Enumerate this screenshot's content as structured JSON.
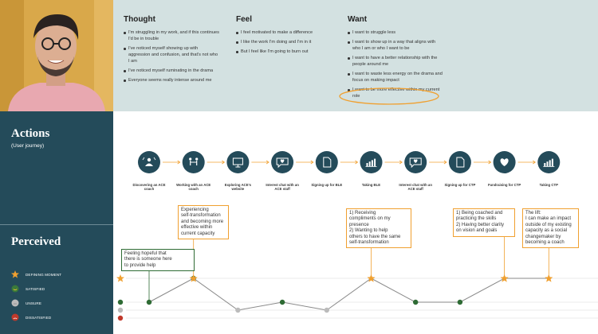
{
  "persona": {
    "columns": [
      {
        "title": "Thought",
        "items": [
          "I'm struggling in my work, and if this continues I'd be in trouble",
          "I've noticed myself showing up with aggression and confusion, and that's not who I am",
          "I've noticed myself ruminating in the drama",
          "Everyone seems really intense around me"
        ]
      },
      {
        "title": "Feel",
        "items": [
          "I feel motivated to make a difference",
          "I like the work I'm doing and I'm in it",
          "But I feel like I'm going to burn out"
        ]
      },
      {
        "title": "Want",
        "items": [
          "I want to struggle less",
          "I want to show up in a way that aligns with who I am or who I want to be",
          "I want to have a better relationship with the people around me",
          "I want to waste less energy on the drama and focus on making impact",
          "I want to be more effective within my current role"
        ]
      }
    ],
    "highlighted_item": "I want to be more effective within my current role",
    "highlight_color": "#f0a030"
  },
  "side": {
    "actions_title": "Actions",
    "actions_subtitle": "(User journey)",
    "perceived_title": "Perceived",
    "legend": [
      {
        "label": "DEFINING MOMENT",
        "icon": "star-icon",
        "color": "#f0a030"
      },
      {
        "label": "SATISFIED",
        "icon": "satisfied-icon",
        "color": "#3a7a3a"
      },
      {
        "label": "UNSURE",
        "icon": "unsure-icon",
        "color": "#bbbbbb"
      },
      {
        "label": "DISSATISFIED",
        "icon": "dissatisfied-icon",
        "color": "#c0392b"
      }
    ]
  },
  "journey": {
    "circle_color": "#244b5a",
    "arrow_color": "#f0a030",
    "steps": [
      {
        "label": "Discovering an ACE coach",
        "icon": "coach-icon",
        "perceived": "defining"
      },
      {
        "label": "Working with an ACE coach",
        "icon": "working-icon",
        "perceived": "defining"
      },
      {
        "label": "Exploring ACE's website",
        "icon": "monitor-icon",
        "perceived": "unsure"
      },
      {
        "label": "Interest chat with an ACE staff",
        "icon": "chat-icon",
        "perceived": "satisfied"
      },
      {
        "label": "Signing up for BLE",
        "icon": "document-icon",
        "perceived": "unsure"
      },
      {
        "label": "Taking BLE",
        "icon": "chart-icon",
        "perceived": "defining"
      },
      {
        "label": "Interest chat with an ACE staff",
        "icon": "chat-icon",
        "perceived": "satisfied"
      },
      {
        "label": "Signing up for CTP",
        "icon": "document-icon",
        "perceived": "satisfied"
      },
      {
        "label": "Fundraising for CTP",
        "icon": "heart-icon",
        "perceived": "defining"
      },
      {
        "label": "Taking CTP",
        "icon": "chart-icon",
        "perceived": "defining"
      }
    ]
  },
  "callouts": [
    {
      "step": 0,
      "color": "green",
      "lines": [
        "Feeling hopeful that",
        "there is someone here",
        "to provide help"
      ]
    },
    {
      "step": 1,
      "color": "orange",
      "lines": [
        "Experiencing",
        "self-transformation",
        "and becoming more",
        "effective within",
        "current capacity"
      ]
    },
    {
      "step": 5,
      "color": "orange",
      "lines": [
        "1) Receiving",
        "compliments on my",
        "presence",
        "2) Wanting to help",
        "others to have the same",
        "self-transformation"
      ]
    },
    {
      "step": 8,
      "color": "orange",
      "lines": [
        "1) Being coached and",
        "practicing the skills",
        "2) Having better clarity",
        "on vision and goals"
      ]
    },
    {
      "step": 9,
      "color": "orange",
      "lines": [
        "The lift:",
        "I can make an impact",
        "outside of my existing",
        "capacity as a social",
        "changemaker by",
        "becoming a coach"
      ]
    }
  ]
}
